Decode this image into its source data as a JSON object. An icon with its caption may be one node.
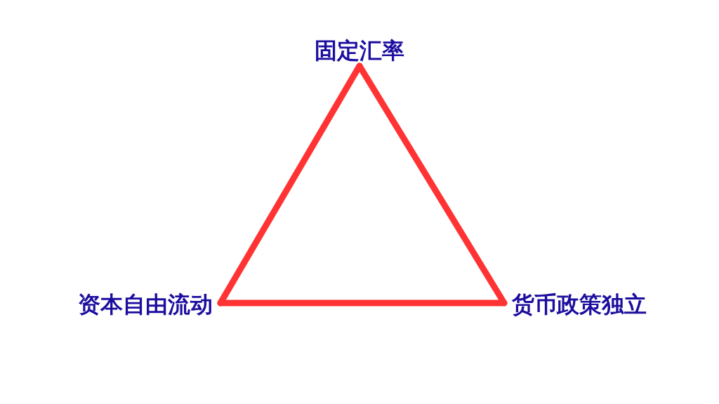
{
  "diagram": {
    "nodes": [
      {
        "text": [
          "固定汇率"
        ]
      },
      {
        "text": [
          "资本自由流动"
        ]
      },
      {
        "text": [
          "货币政策独立"
        ]
      }
    ],
    "edges": [
      {
        "from": 0,
        "to": 1,
        "arrow": "none"
      },
      {
        "from": 1,
        "to": 2,
        "arrow": "none"
      },
      {
        "from": 2,
        "to": 0,
        "arrow": "none"
      }
    ]
  }
}
